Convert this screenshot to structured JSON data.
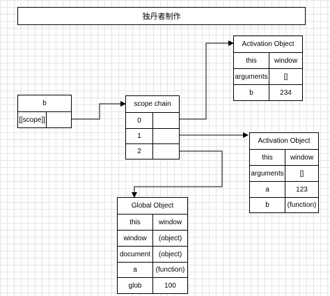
{
  "title": "独丹者制作",
  "b_box": {
    "header": "b",
    "field": "[[scope]]",
    "value": ""
  },
  "scope_chain": {
    "header": "scope chain",
    "rows": [
      {
        "index": "0",
        "value": ""
      },
      {
        "index": "1",
        "value": ""
      },
      {
        "index": "2",
        "value": ""
      }
    ]
  },
  "activation_1": {
    "header": "Activation Object",
    "rows": [
      {
        "key": "this",
        "value": "window"
      },
      {
        "key": "arguments",
        "value": "[]"
      },
      {
        "key": "b",
        "value": "234"
      }
    ]
  },
  "activation_2": {
    "header": "Activation Object",
    "rows": [
      {
        "key": "this",
        "value": "window"
      },
      {
        "key": "arguments",
        "value": "[]"
      },
      {
        "key": "a",
        "value": "123"
      },
      {
        "key": "b",
        "value": "(function)"
      }
    ]
  },
  "global_object": {
    "header": "Global Object",
    "rows": [
      {
        "key": "this",
        "value": "window"
      },
      {
        "key": "window",
        "value": "(object)"
      },
      {
        "key": "document",
        "value": "(object)"
      },
      {
        "key": "a",
        "value": "(function)"
      },
      {
        "key": "glob",
        "value": "100"
      }
    ]
  }
}
